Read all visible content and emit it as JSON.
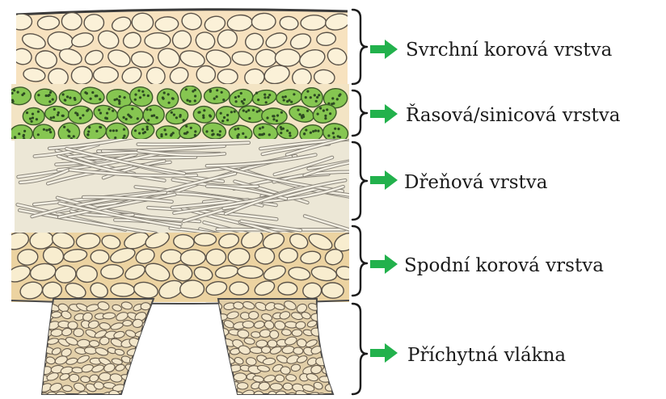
{
  "layers": [
    {
      "id": "upper-cortex",
      "label": "Svrchní korová vrstva"
    },
    {
      "id": "algal-layer",
      "label": "Řasová/sinicová vrstva"
    },
    {
      "id": "medulla",
      "label": "Dřeňová vrstva"
    },
    {
      "id": "lower-cortex",
      "label": "Spodní korová vrstva"
    },
    {
      "id": "rhizines",
      "label": "Příchytná vlákna"
    }
  ],
  "colors": {
    "arrow": "#22b14c",
    "cortex_fill": "#f5dcb4",
    "cortex_cell": "#f9eed2",
    "algae": "#7cc24a",
    "medulla": "#e8e2cf",
    "lower_cortex": "#e9c98d",
    "rhizine": "#d9c29a"
  },
  "icons": {
    "arrow": "green-right-arrow-icon",
    "bracket": "right-curly-bracket-icon"
  }
}
